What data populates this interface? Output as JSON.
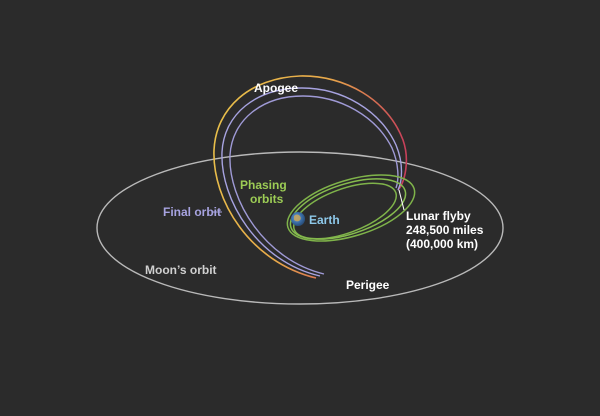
{
  "labels": {
    "apogee": "Apogee",
    "phasing_line1": "Phasing",
    "phasing_line2": "orbits",
    "earth": "Earth",
    "final_orbit": "Final orbit",
    "lunar_flyby_line1": "Lunar flyby",
    "lunar_flyby_line2": "248,500 miles",
    "lunar_flyby_line3": "(400,000 km)",
    "moons_orbit": "Moon’s orbit",
    "perigee": "Perigee"
  },
  "colors": {
    "background": "#2b2b2b",
    "moon_orbit": "#b9b9b9",
    "final_orbit": "#9f9ad6",
    "transfer_orbit_start": "#e8c34a",
    "transfer_orbit_end": "#c8405a",
    "phasing_orbits": "#7fb34a",
    "earth_label": "#8ec9ea",
    "text_white": "#ffffff",
    "phasing_label": "#9ccc55",
    "final_orbit_label": "#a7a3e0",
    "moons_orbit_label": "#d0d0d0"
  }
}
